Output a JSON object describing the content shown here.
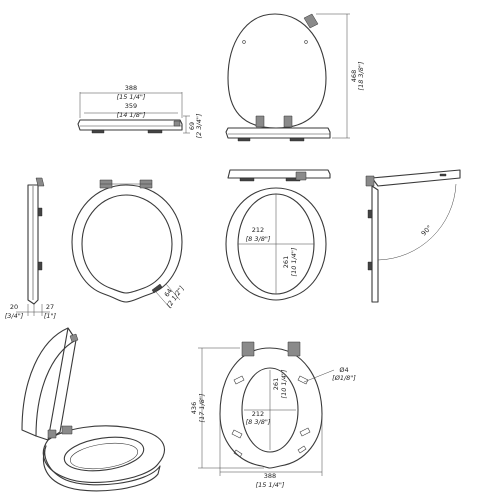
{
  "dimensions": {
    "top_width_mm": "388",
    "top_width_in": "[15 1/4\"]",
    "inner_width_mm": "359",
    "inner_width_in": "[14 1/8\"]",
    "side_height_mm": "69",
    "side_height_in": "[2 3/4\"]",
    "total_length_mm": "468",
    "total_length_in": "[18 3/8\"]",
    "hinge_left_mm": "20",
    "hinge_left_in": "[3/4\"]",
    "hinge_right_mm": "27",
    "hinge_right_in": "[1\"]",
    "opening_width_mm": "212",
    "opening_width_in": "[8 3/8\"]",
    "opening_length_mm": "261",
    "opening_length_in": "[10 1/4\"]",
    "hinge_spacing_mm": "64",
    "hinge_spacing_in": "[2 1/2\"]",
    "open_angle": "90°",
    "bottom_length_mm": "436",
    "bottom_length_in": "[17 1/8\"]",
    "bottom_width_mm": "388",
    "bottom_width_in": "[15 1/4\"]",
    "bottom_open_width_mm": "212",
    "bottom_open_width_in": "[8 3/8\"]",
    "bottom_open_length_mm": "261",
    "bottom_open_length_in": "[10 1/4\"]",
    "bolt_dia_mm": "Ø4",
    "bolt_dia_in": "[Ø1/8\"]"
  }
}
